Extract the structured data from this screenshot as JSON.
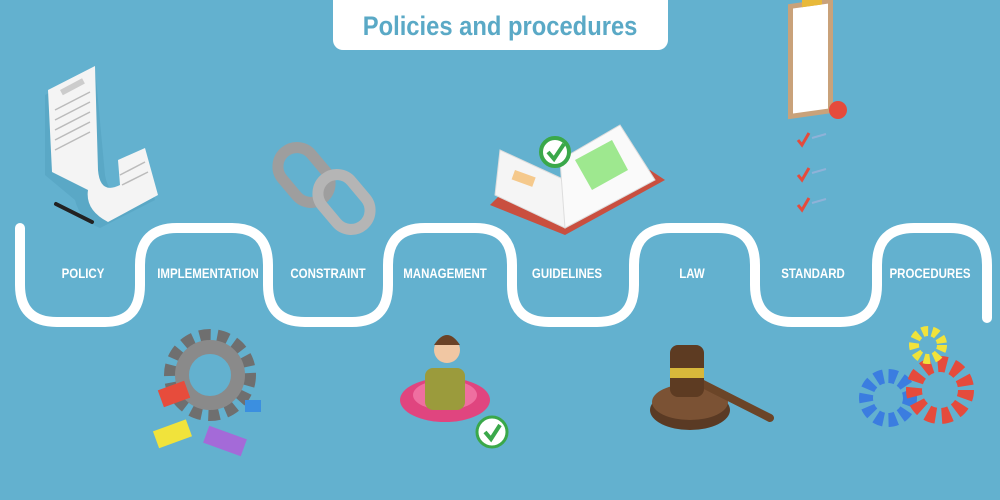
{
  "title": "Policies and procedures",
  "steps": [
    {
      "label": "POLICY",
      "icon": "scroll-document-icon"
    },
    {
      "label": "IMPLEMENTATION",
      "icon": "gear-puzzle-icon"
    },
    {
      "label": "CONSTRAINT",
      "icon": "chain-link-icon"
    },
    {
      "label": "MANAGEMENT",
      "icon": "manager-gear-icon"
    },
    {
      "label": "GUIDELINES",
      "icon": "open-book-icon"
    },
    {
      "label": "LAW",
      "icon": "gavel-icon"
    },
    {
      "label": "STANDARD",
      "icon": "checklist-clipboard-icon"
    },
    {
      "label": "PROCEDURES",
      "icon": "gears-icon"
    }
  ],
  "colors": {
    "background": "#63b1cf",
    "title": "#5aa9c6",
    "path": "#ffffff"
  }
}
